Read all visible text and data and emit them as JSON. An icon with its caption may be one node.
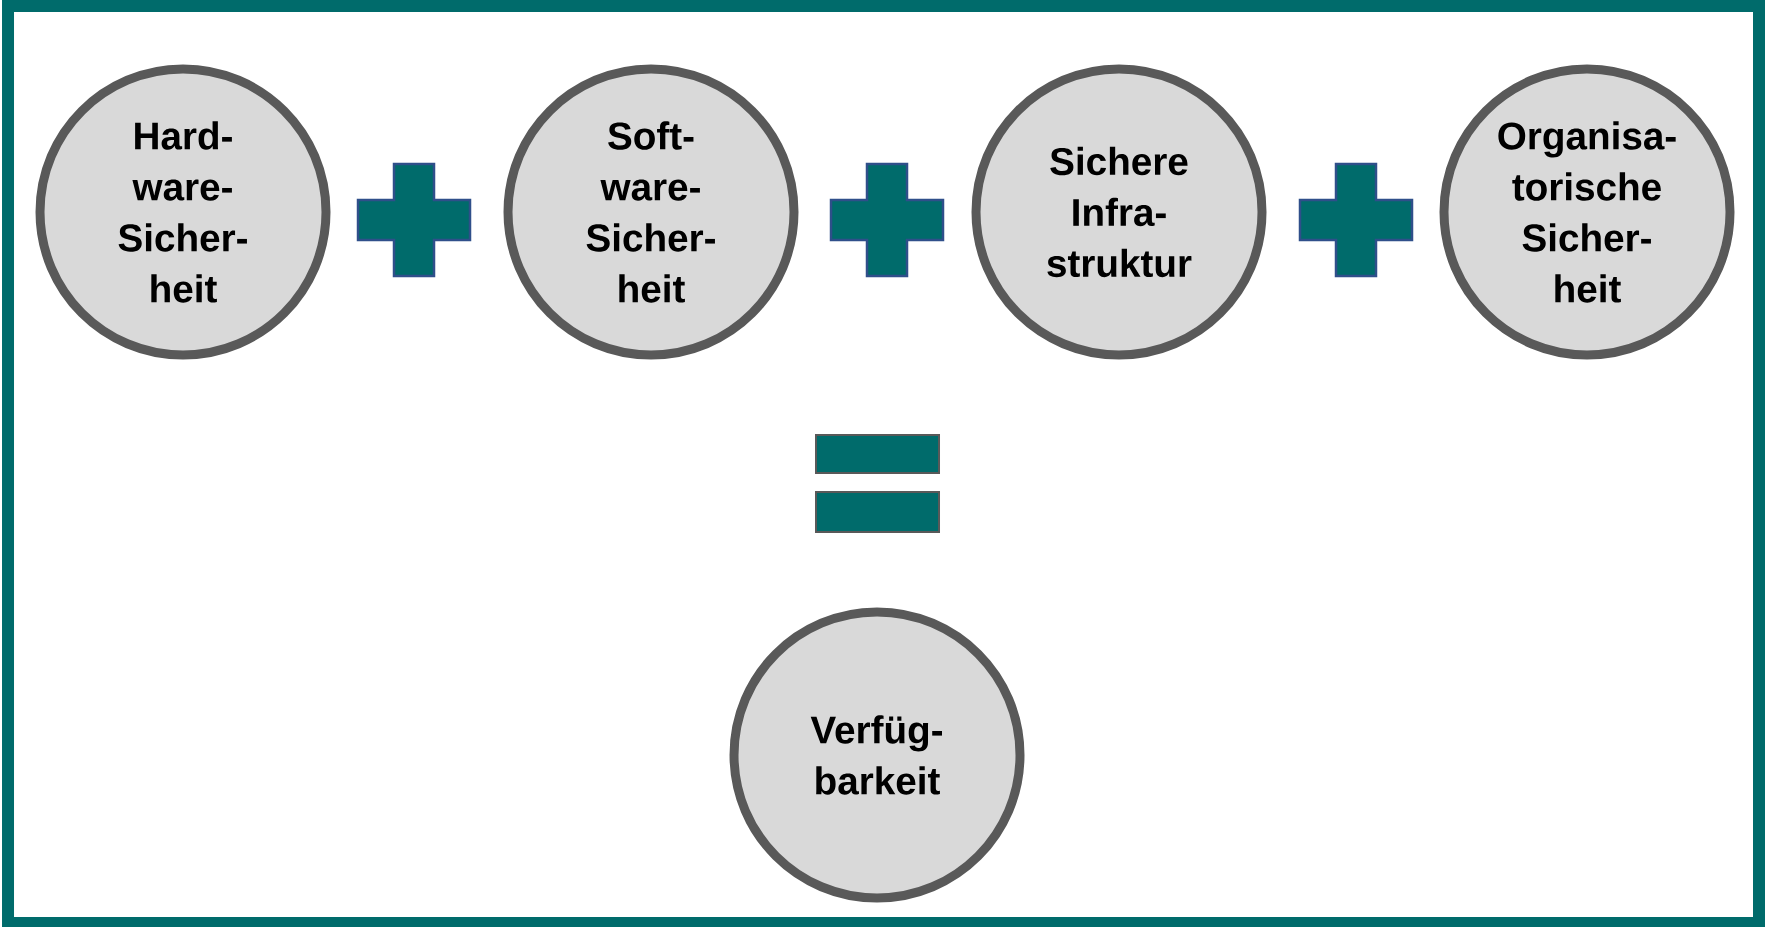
{
  "diagram": {
    "nodes": [
      {
        "text": [
          "Hard- ware- Sicher- heit"
        ]
      },
      {
        "text": [],
        "shape": "plus"
      },
      {
        "text": [
          "Soft- ware- Sicher- heit"
        ]
      },
      {
        "text": [],
        "shape": "plus"
      },
      {
        "text": [
          "Sichere Infra- struktur"
        ]
      },
      {
        "text": [],
        "shape": "plus"
      },
      {
        "text": [
          "Organisa- torische Sicher- heit"
        ]
      },
      {
        "text": [],
        "shape": "equals"
      },
      {
        "text": [
          "Verfüg- barkeit"
        ]
      }
    ]
  }
}
